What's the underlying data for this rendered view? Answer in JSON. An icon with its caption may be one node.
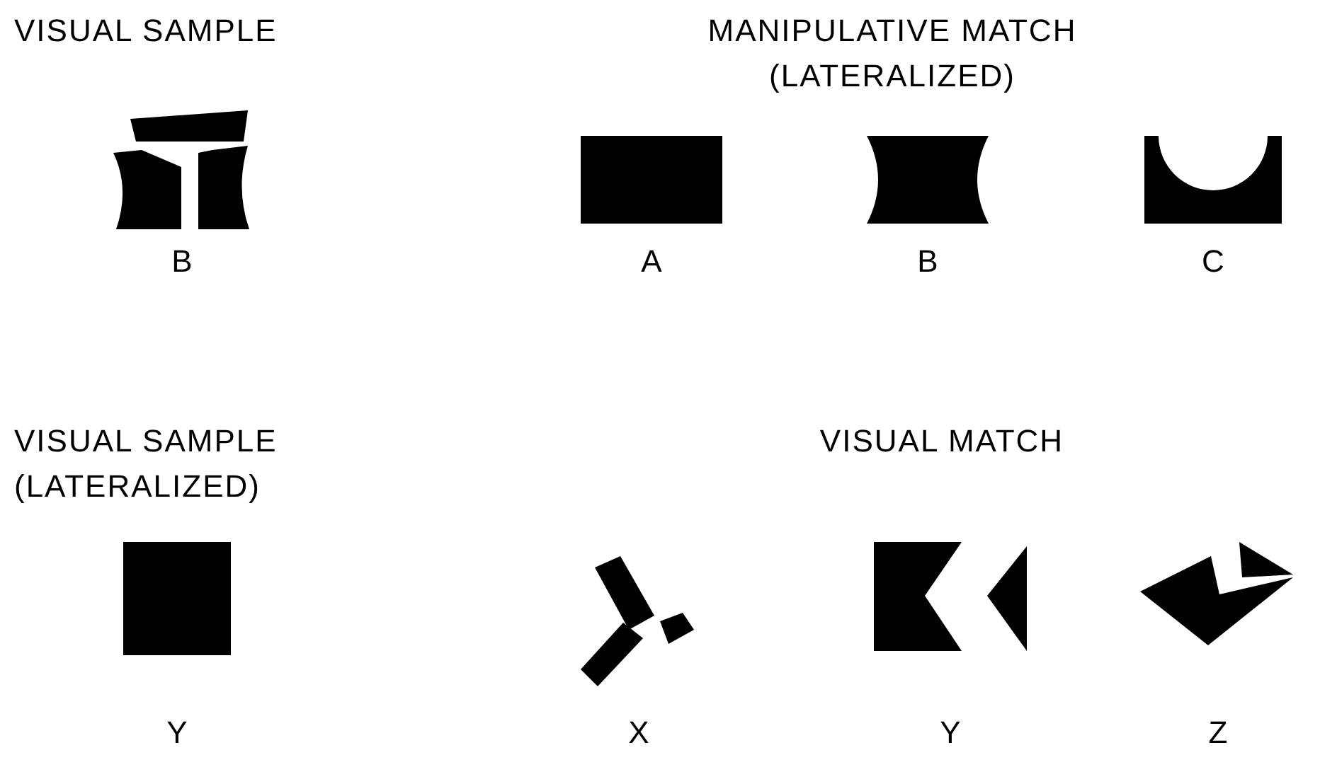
{
  "diagram": {
    "nodes": [
      {
        "text": [
          "B"
        ]
      },
      {
        "text": [
          "A"
        ]
      },
      {
        "text": [
          "B"
        ]
      },
      {
        "text": [
          "C"
        ]
      },
      {
        "text": [
          "Y"
        ]
      },
      {
        "text": [
          "X"
        ]
      },
      {
        "text": [
          "Y"
        ]
      },
      {
        "text": [
          "Z"
        ]
      }
    ],
    "labels": [
      "VISUAL SAMPLE",
      "MANIPULATIVE MATCH (LATERALIZED)",
      "VISUAL SAMPLE (LATERALIZED)",
      "VISUAL MATCH"
    ]
  }
}
